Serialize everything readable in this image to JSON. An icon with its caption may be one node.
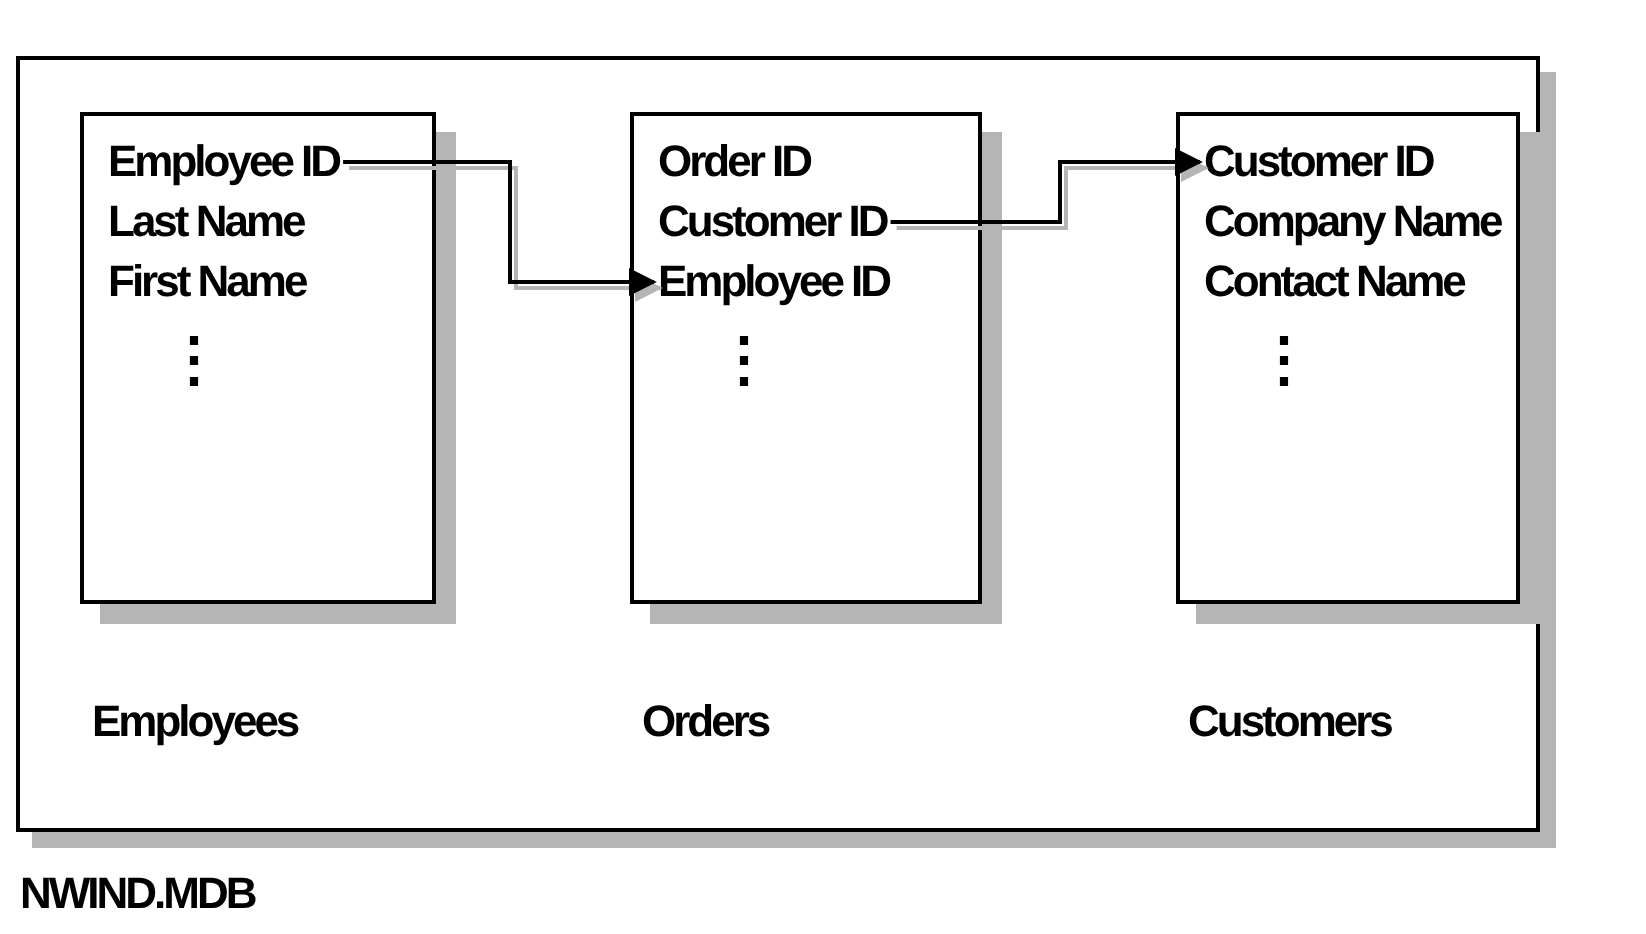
{
  "diagram": {
    "nodes": [
      {
        "text": [
          "NWIND.MDB"
        ]
      },
      {
        "text": [],
        "shape": "box",
        "in": 0,
        "beside": [
          "Employees"
        ]
      },
      {
        "text": [
          "Employee ID"
        ],
        "in": 1
      },
      {
        "text": [
          "Last Name"
        ],
        "in": 1
      },
      {
        "text": [
          "First Name"
        ],
        "in": 1
      },
      {
        "text": [],
        "shape": "box",
        "in": 0,
        "beside": [
          "Orders"
        ]
      },
      {
        "text": [
          "Order ID"
        ],
        "in": 5
      },
      {
        "text": [
          "Customer ID"
        ],
        "in": 5
      },
      {
        "text": [
          "Employee ID"
        ],
        "in": 5
      },
      {
        "text": [],
        "shape": "box",
        "in": 0,
        "beside": [
          "Customers"
        ]
      },
      {
        "text": [
          "Customer ID"
        ],
        "in": 9
      },
      {
        "text": [
          "Company Name"
        ],
        "in": 9
      },
      {
        "text": [
          "Contact Name"
        ],
        "in": 9
      }
    ],
    "edges": [
      {
        "from": 2,
        "to": 8,
        "arrow": "to"
      },
      {
        "from": 7,
        "to": 10,
        "arrow": "to"
      }
    ],
    "labels": [
      "⋮",
      "⋮",
      "⋮"
    ]
  }
}
